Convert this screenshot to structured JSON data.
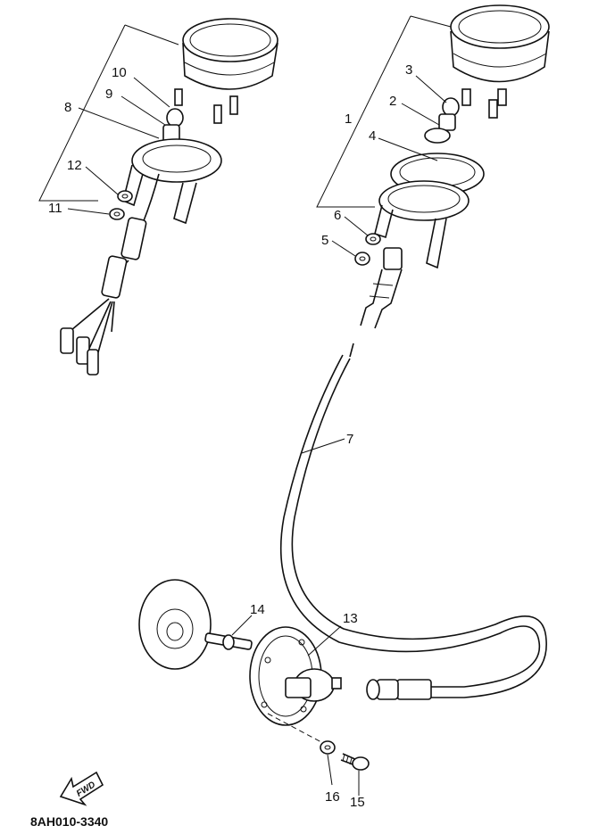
{
  "diagram": {
    "code": "8AH010-3340",
    "fwd_label": "FWD",
    "callouts": [
      "1",
      "2",
      "3",
      "4",
      "5",
      "6",
      "7",
      "8",
      "9",
      "10",
      "11",
      "12",
      "13",
      "14",
      "15",
      "16"
    ]
  }
}
